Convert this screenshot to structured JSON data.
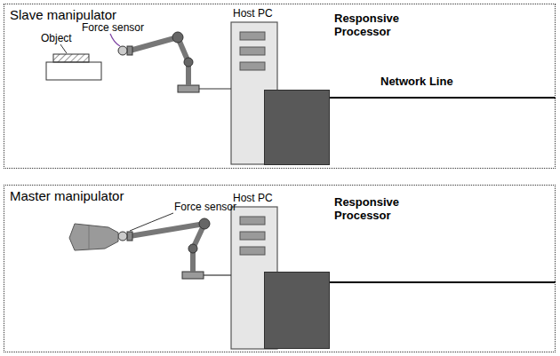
{
  "diagram": {
    "nodes": [
      {
        "text": [
          "Slave manipulator"
        ]
      },
      {
        "text": [
          "Host PC"
        ],
        "in": 0
      },
      {
        "text": [
          "Responsive Processor"
        ],
        "in": 0
      },
      {
        "text": [
          "Master manipulator"
        ]
      },
      {
        "text": [
          "Host PC"
        ],
        "in": 3
      },
      {
        "text": [
          "Responsive Processor"
        ],
        "in": 3
      }
    ],
    "labels": [
      "Force sensor",
      "Object",
      "Network Line",
      "Force sensor"
    ]
  }
}
